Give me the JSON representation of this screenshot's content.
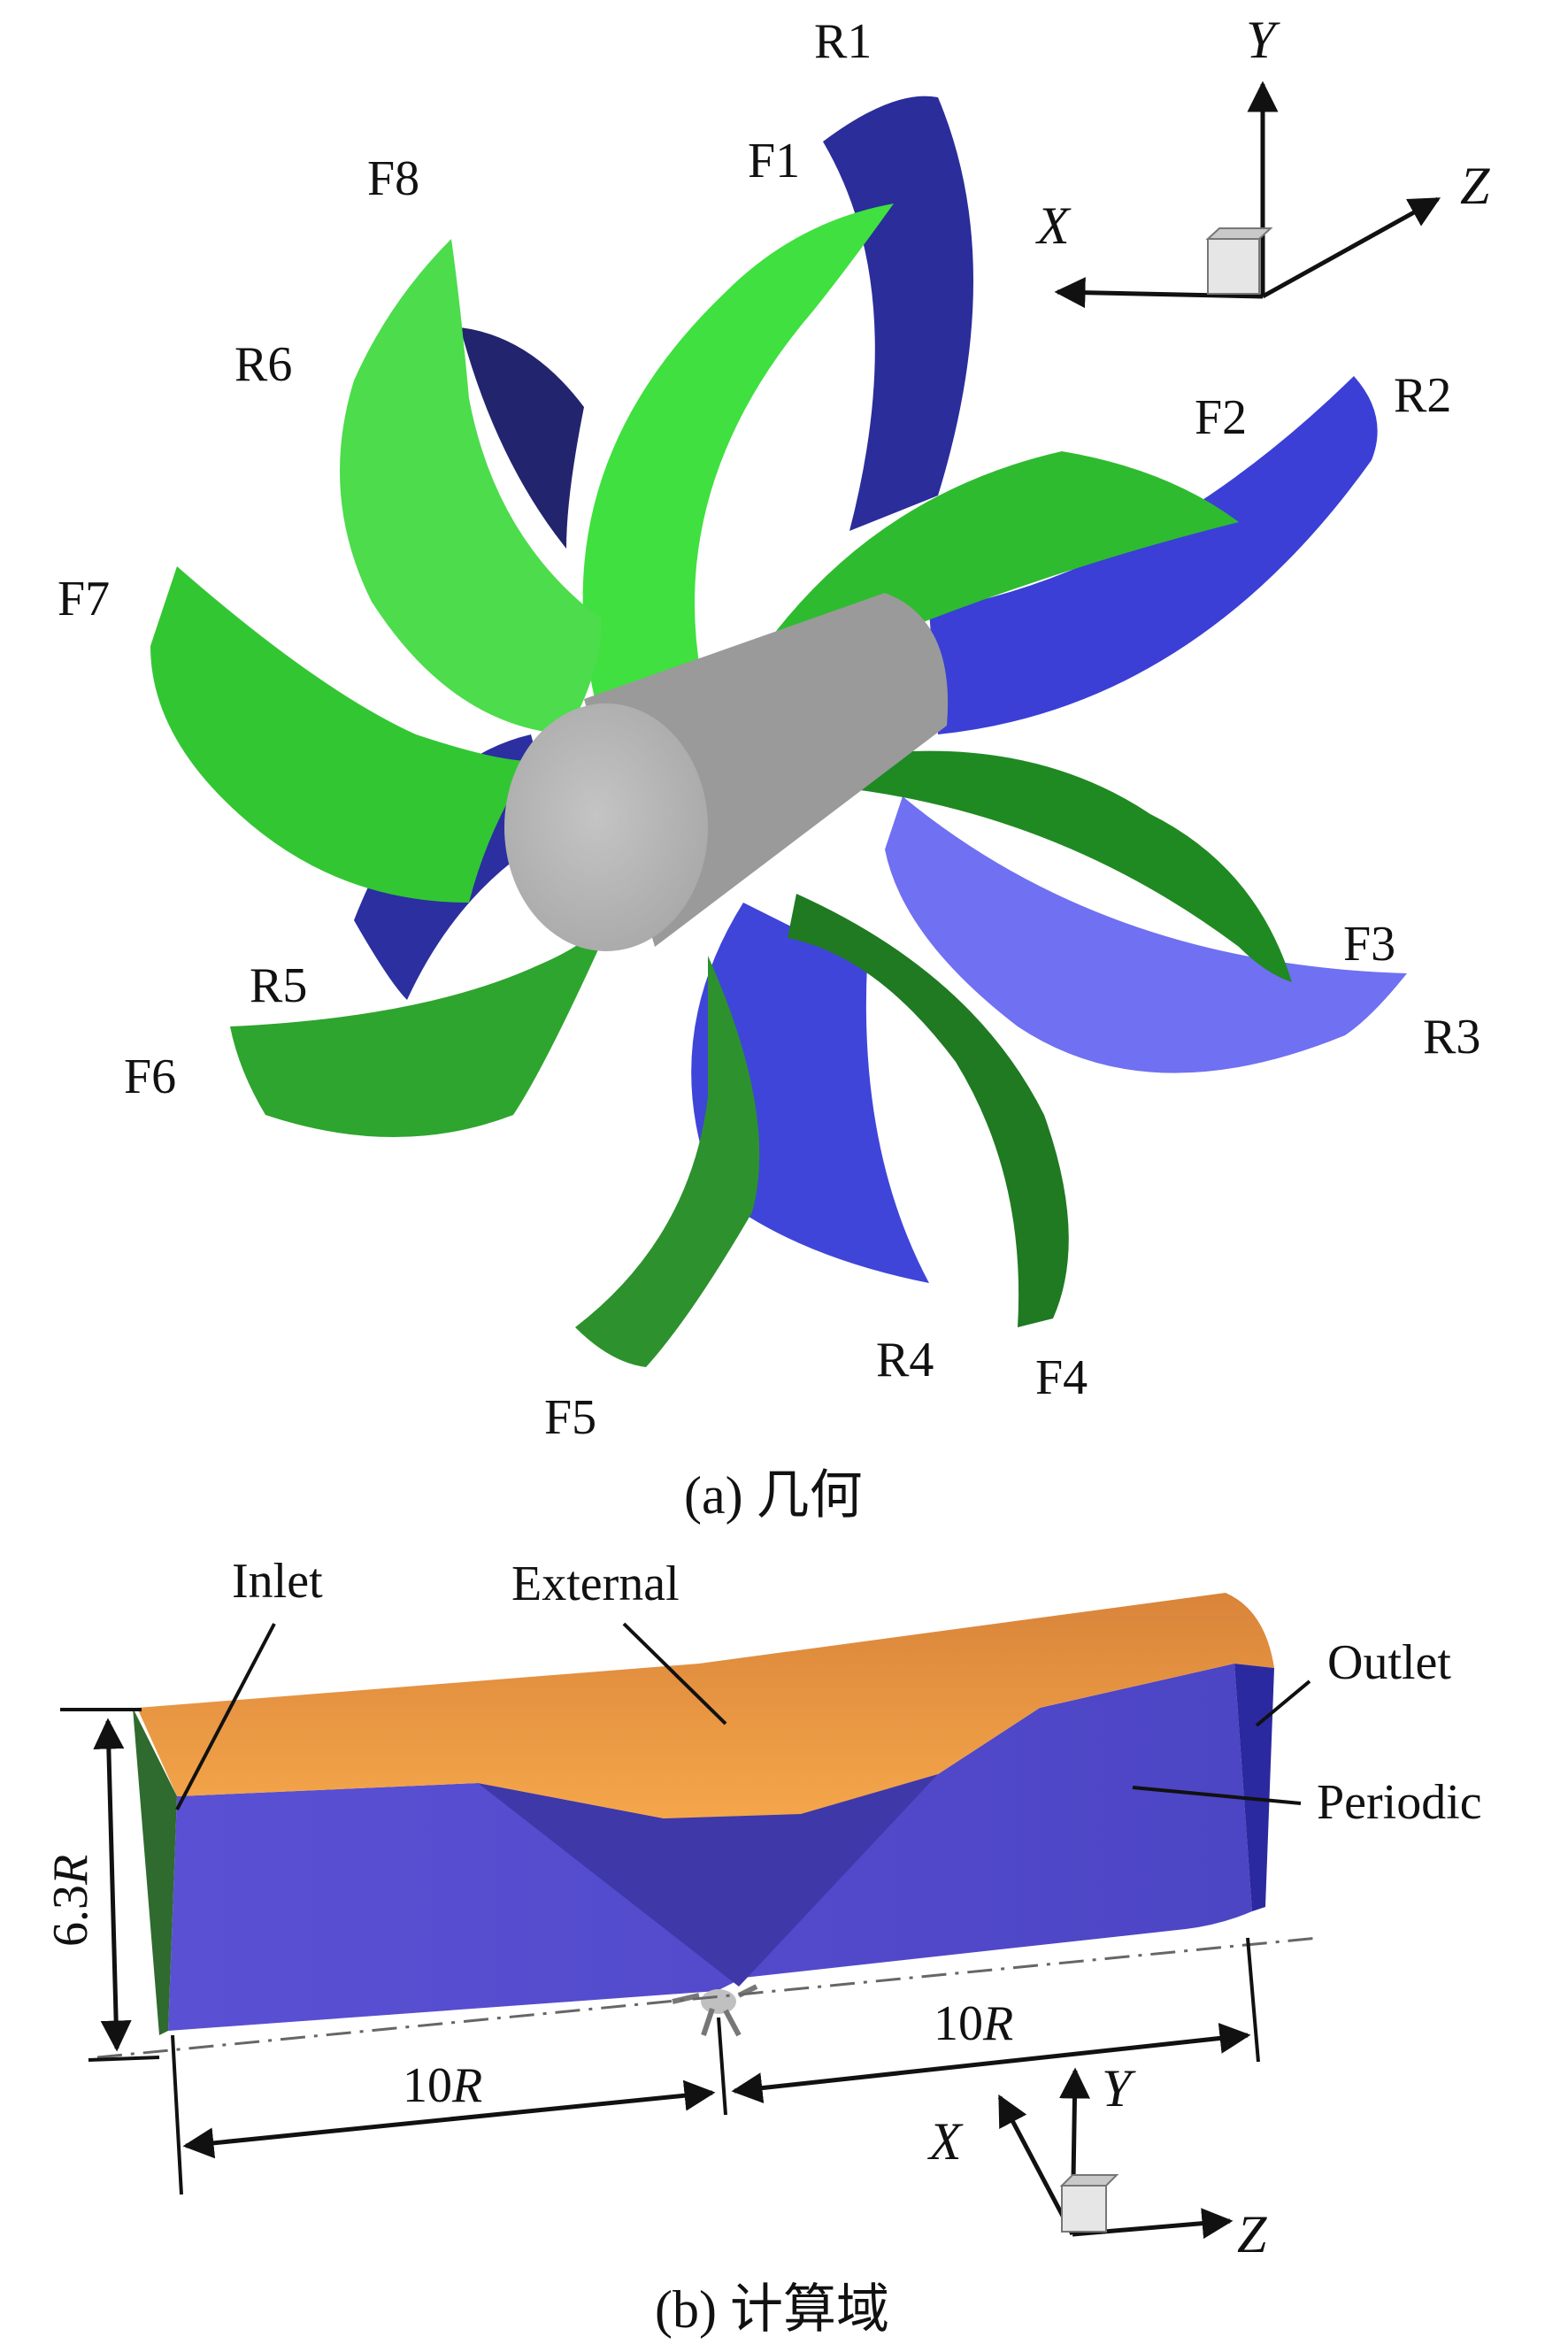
{
  "panel_a": {
    "blade_labels": {
      "R1": "R1",
      "R2": "R2",
      "R3": "R3",
      "R4": "R4",
      "R5": "R5",
      "R6": "R6",
      "F1": "F1",
      "F2": "F2",
      "F3": "F3",
      "F4": "F4",
      "F5": "F5",
      "F6": "F6",
      "F7": "F7",
      "F8": "F8"
    },
    "axes": {
      "x": "X",
      "y": "Y",
      "z": "Z"
    },
    "caption": "(a) 几何"
  },
  "panel_b": {
    "labels": {
      "inlet": "Inlet",
      "external": "External",
      "outlet": "Outlet",
      "periodic": "Periodic"
    },
    "dimensions": {
      "height": "6.3",
      "height_unit": "R",
      "left_length": "10",
      "left_unit": "R",
      "right_length": "10",
      "right_unit": "R"
    },
    "axes": {
      "x": "X",
      "y": "Y",
      "z": "Z"
    },
    "caption": "(b) 计算域"
  },
  "colors": {
    "front_blade": "#2ecc2e",
    "rear_blade": "#3b3fd6",
    "hub": "#b9b9b9",
    "domain_top": "#f09a3e",
    "domain_side": "#5a4fcf",
    "inlet_face": "#2f6a2f"
  }
}
